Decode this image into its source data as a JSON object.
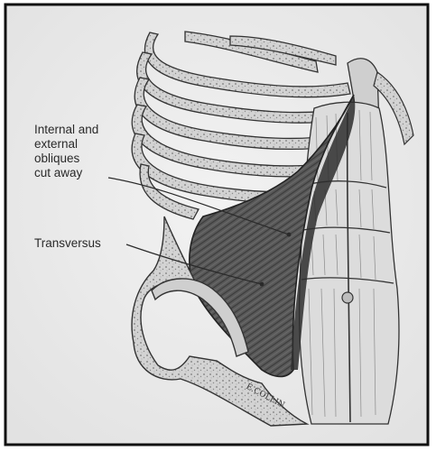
{
  "labels": {
    "obliques": "Internal and\nexternal\nobliques\ncut away",
    "transversus": "Transversus"
  },
  "signature": "E.COLLIN",
  "colors": {
    "frame": "#111111",
    "paper": "#ebebeb",
    "ink": "#2a2a2a",
    "rib_fill": "#d6d6d6",
    "muscle_fill": "#555555",
    "muscle_dark": "#2e2e2e",
    "abdominal_fill": "#d9d9d9"
  }
}
